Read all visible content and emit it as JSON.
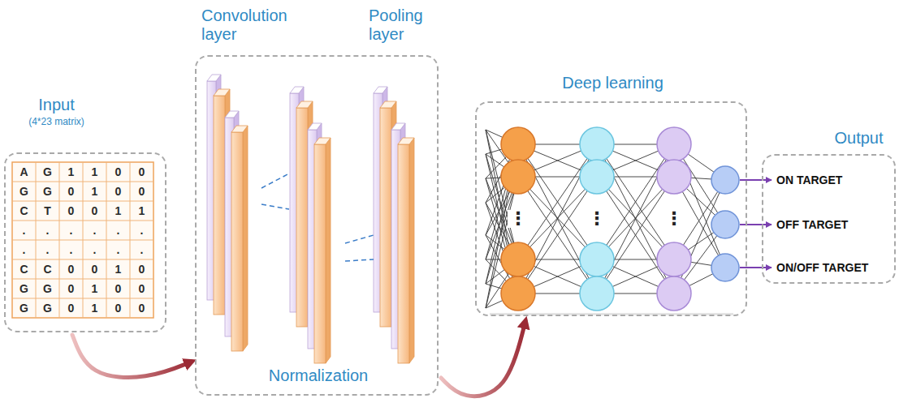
{
  "diagram": {
    "nodes": [
      {
        "text": [
          "Input",
          "(4*23 matrix)"
        ]
      },
      {
        "text": [
          "Convolution layer",
          "Pooling layer",
          "Normalization"
        ]
      },
      {
        "text": [
          "Deep learning"
        ]
      },
      {
        "text": [
          "Output"
        ]
      }
    ],
    "edges": [
      {
        "from": 0,
        "to": 1,
        "arrow": "to"
      },
      {
        "from": 1,
        "to": 2,
        "arrow": "to"
      }
    ],
    "labels": [
      "A",
      "G",
      "1",
      "1",
      "0",
      "0",
      "G",
      "G",
      "0",
      "1",
      "0",
      "0",
      "C",
      "T",
      "0",
      "0",
      "1",
      "1",
      ".",
      ".",
      ".",
      ".",
      ".",
      ".",
      ".",
      ".",
      ".",
      ".",
      ".",
      ".",
      "C",
      "C",
      "0",
      "0",
      "1",
      "0",
      "G",
      "G",
      "0",
      "1",
      "0",
      "0",
      "G",
      "G",
      "0",
      "1",
      "0",
      "0",
      "⋮",
      "⋮",
      "⋮",
      "ON TARGET",
      "OFF TARGET",
      "ON/OFF TARGET"
    ]
  }
}
